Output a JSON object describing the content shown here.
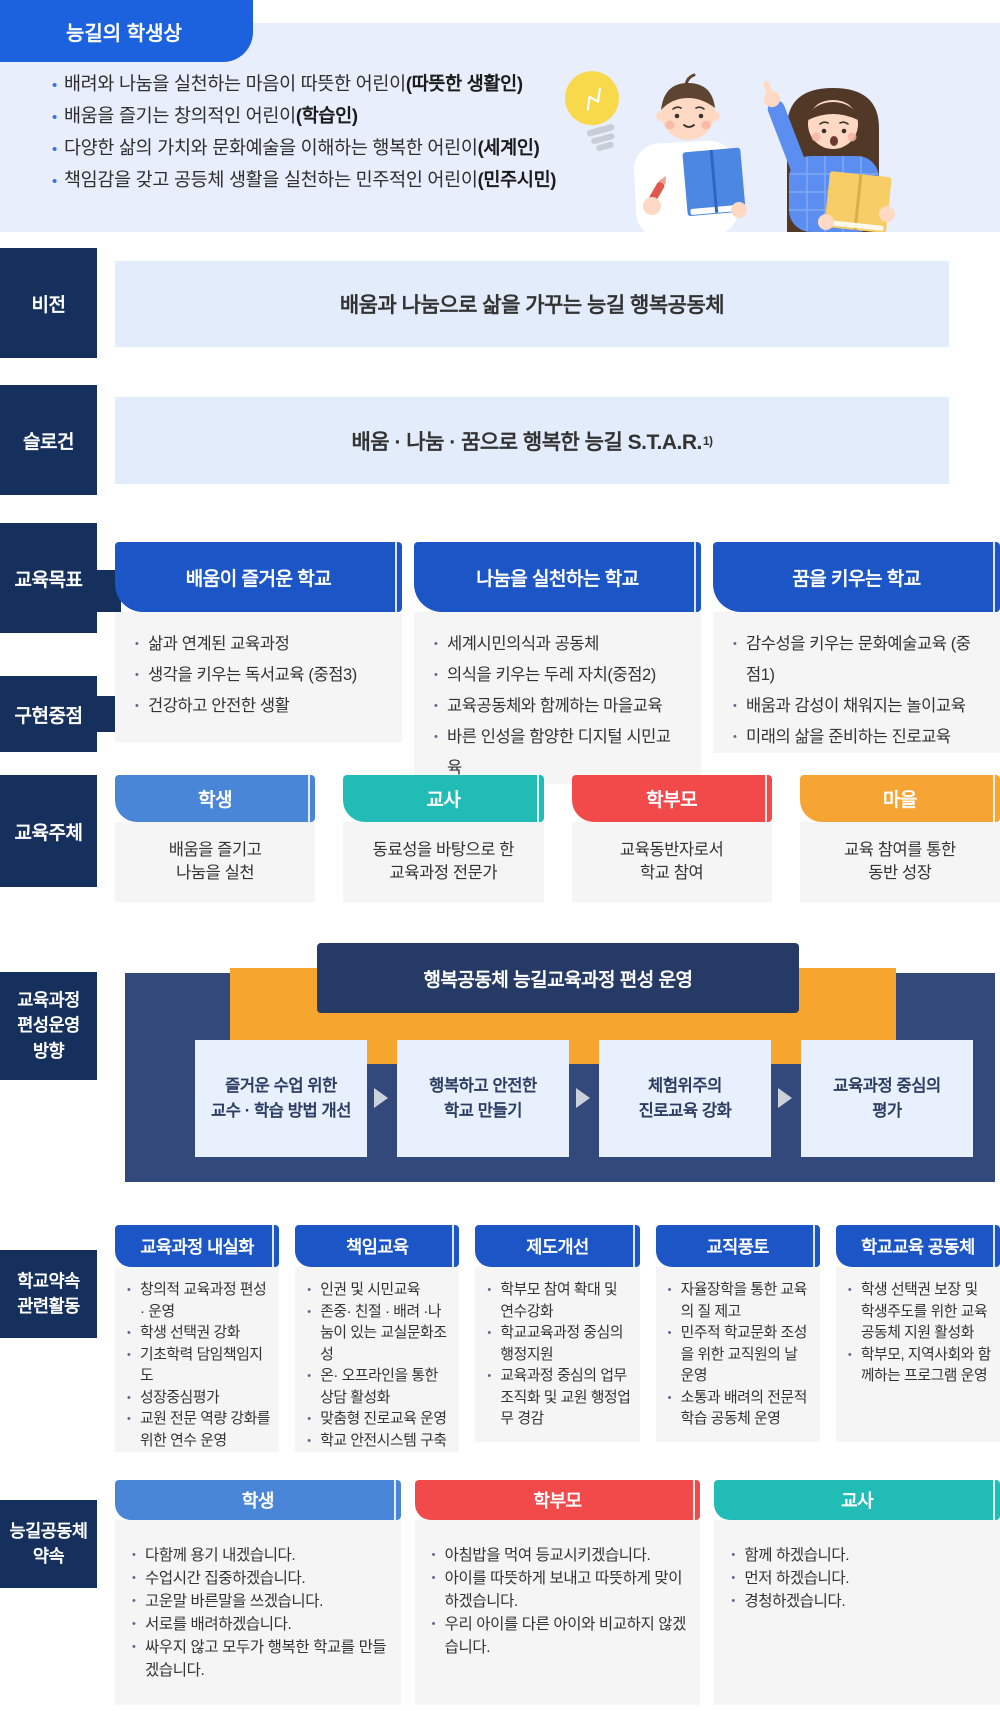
{
  "hero": {
    "title": "능길의 학생상",
    "bullets": [
      {
        "text": "배려와 나눔을 실천하는 마음이 따뜻한 어린이 ",
        "bold": "(따뜻한 생활인)"
      },
      {
        "text": "배움을 즐기는 창의적인 어린이 ",
        "bold": "(학습인)"
      },
      {
        "text": "다양한 삶의 가치와 문화예술을 이해하는 행복한 어린이 ",
        "bold": "(세계인)"
      },
      {
        "text": "책임감을 갖고 공등체 생활을 실천하는 민주적인 어린이 ",
        "bold": "(민주시민)"
      }
    ]
  },
  "vision": {
    "label": "비전",
    "text": "배움과 나눔으로 삶을 가꾸는 능길 행복공동체"
  },
  "slogan": {
    "label": "슬로건",
    "text": "배움 · 나눔 · 꿈으로 행복한 능길 S.T.A.R.",
    "sup": "1)"
  },
  "goals": {
    "label": "교육목표",
    "focus_label": "구현중점",
    "columns": [
      {
        "header": "배움이 즐거운 학교",
        "items": [
          "삶과 연계된 교육과정",
          "생각을 키우는 독서교육 (중점3)",
          "건강하고 안전한 생활"
        ]
      },
      {
        "header": "나눔을 실천하는 학교",
        "items": [
          "세계시민의식과 공동체",
          "의식을 키우는 두레 자치(중점2)",
          "교육공동체와 함께하는 마을교육",
          "바른 인성을 함양한 디지털 시민교육"
        ]
      },
      {
        "header": "꿈을 키우는 학교",
        "items": [
          "감수성을 키우는 문화예술교육 (중점1)",
          "배움과 감성이 채워지는 놀이교육",
          "미래의 삶을 준비하는 진로교육"
        ]
      }
    ]
  },
  "subjects": {
    "label": "교육주체",
    "columns": [
      {
        "header": "학생",
        "color": "#4a86d8",
        "lines": [
          "배움을 즐기고",
          "나눔을 실천"
        ]
      },
      {
        "header": "교사",
        "color": "#22bcb7",
        "lines": [
          "동료성을 바탕으로 한",
          "교육과정 전문가"
        ]
      },
      {
        "header": "학부모",
        "color": "#f2494a",
        "lines": [
          "교육동반자로서",
          "학교 참여"
        ]
      },
      {
        "header": "마을",
        "color": "#f6a433",
        "lines": [
          "교육 참여를 통한",
          "동반 성장"
        ]
      }
    ]
  },
  "curriculum": {
    "label_lines": [
      "교육과정",
      "편성운영",
      "방향"
    ],
    "banner": "행복공동체 능길교육과정 편성 운영",
    "steps": [
      {
        "lines": [
          "즐거운 수업 위한",
          "교수 · 학습 방법 개선"
        ]
      },
      {
        "lines": [
          "행복하고 안전한",
          "학교 만들기"
        ]
      },
      {
        "lines": [
          "체험위주의",
          "진로교육 강화"
        ]
      },
      {
        "lines": [
          "교육과정 중심의",
          "평가"
        ]
      }
    ]
  },
  "activities": {
    "label_lines": [
      "학교약속",
      "관련활동"
    ],
    "columns": [
      {
        "header": "교육과정 내실화",
        "items": [
          "창의적 교육과정 편성 · 운영",
          "학생 선택권 강화",
          "기초학력 담임책임지도",
          "성장중심평가",
          "교원 전문 역량 강화를 위한 연수 운영"
        ]
      },
      {
        "header": "책임교육",
        "items": [
          "인권 및 시민교육",
          "존중· 친절 · 배려 ·나눔이 있는 교실문화조성",
          "온· 오프라인을 통한 상담 활성화",
          "맞춤형 진로교육 운영",
          "학교 안전시스템 구축"
        ]
      },
      {
        "header": "제도개선",
        "items": [
          "학부모 참여 확대 및 연수강화",
          "학교교육과정 중심의 행정지원",
          "교육과정 중심의 업무조직화 및 교원 행정업무 경감"
        ]
      },
      {
        "header": "교직풍토",
        "items": [
          "자율장학을 통한 교육의 질 제고",
          "민주적 학교문화 조성을 위한 교직원의 날 운영",
          "소통과 배려의 전문적 학습 공동체 운영"
        ]
      },
      {
        "header": "학교교육 공동체",
        "items": [
          "학생 선택권 보장 및 학생주도를 위한 교육공동체 지원 활성화",
          "학부모, 지역사회와 함께하는 프로그램 운영"
        ]
      }
    ]
  },
  "promises": {
    "label_lines": [
      "능길공동체",
      "약속"
    ],
    "columns": [
      {
        "header": "학생",
        "color": "#4a86d8",
        "items": [
          "다함께 용기 내겠습니다.",
          "수업시간 집중하겠습니다.",
          "고운말 바른말을 쓰겠습니다.",
          "서로를 배려하겠습니다.",
          "싸우지 않고 모두가 행복한 학교를 만들겠습니다."
        ]
      },
      {
        "header": "학부모",
        "color": "#f2494a",
        "items": [
          "아침밥을 먹여 등교시키겠습니다.",
          "아이를 따뜻하게 보내고 따뜻하게 맞이하겠습니다.",
          "우리 아이를 다른 아이와 비교하지 않겠습니다."
        ]
      },
      {
        "header": "교사",
        "color": "#22bcb7",
        "items": [
          "함께 하겠습니다.",
          "먼저 하겠습니다.",
          "경청하겠습니다."
        ]
      }
    ]
  },
  "icons": [
    "lightbulb-icon",
    "boy-reading-icon",
    "girl-pointing-icon"
  ],
  "colors": {
    "tab_blue": "#1c62de",
    "label_navy": "#16305e",
    "hero_bg": "#e8eefb",
    "strip_bg": "#e3ecfa",
    "goal_header_blue": "#1b55c6",
    "body_gray": "#f5f5f5",
    "student_blue": "#4a86d8",
    "teacher_teal": "#22bcb7",
    "parent_red": "#f2494a",
    "village_orange": "#f6a433",
    "curriculum_navy": "#33497c",
    "banner_navy": "#263a66",
    "bridge_orange": "#f6a62e",
    "step_box_blue": "#e9f0fd",
    "arrow_gray": "#ccd2dc"
  }
}
